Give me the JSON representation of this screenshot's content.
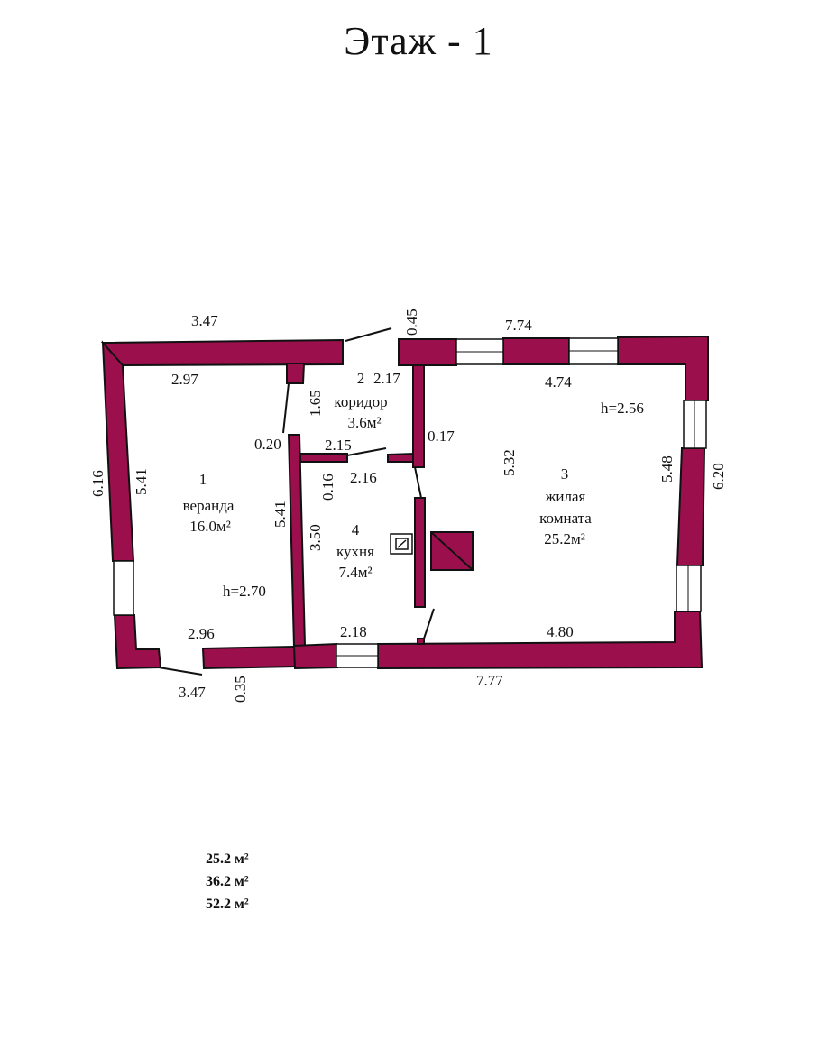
{
  "title": "Этаж - 1",
  "colors": {
    "wall": "#9b0f4c",
    "line": "#111111",
    "background": "#ffffff"
  },
  "rooms": [
    {
      "number": "1",
      "name": "веранда",
      "area": "16.0м²",
      "height": "h=2.70"
    },
    {
      "number": "2",
      "name": "коридор",
      "area": "3.6м²"
    },
    {
      "number": "3",
      "name_line1": "жилая",
      "name_line2": "комната",
      "area": "25.2м²",
      "height": "h=2.56"
    },
    {
      "number": "4",
      "name": "кухня",
      "area": "7.4м²"
    }
  ],
  "dimensions": {
    "veranda_top_outer": "3.47",
    "veranda_top_inner": "2.97",
    "veranda_left_outer": "6.16",
    "veranda_left_inner": "5.41",
    "veranda_right_inner": "5.41",
    "veranda_bottom_inner": "2.96",
    "veranda_bottom_outer": "3.47",
    "wall_035": "0.35",
    "corridor_top": "2.17",
    "corridor_height": "1.65",
    "corridor_width": "2.15",
    "wall_020": "0.20",
    "door_045": "0.45",
    "wall_017": "0.17",
    "wall_016": "0.16",
    "kitchen_top": "2.16",
    "kitchen_height": "3.50",
    "kitchen_bottom": "2.18",
    "living_top_outer": "7.74",
    "living_top_inner": "4.74",
    "living_left_inner": "5.32",
    "living_right_inner": "5.48",
    "living_right_outer": "6.20",
    "living_bottom_inner": "4.80",
    "living_bottom_outer": "7.77"
  },
  "summary": [
    "25.2 м²",
    "36.2 м²",
    "52.2 м²"
  ]
}
